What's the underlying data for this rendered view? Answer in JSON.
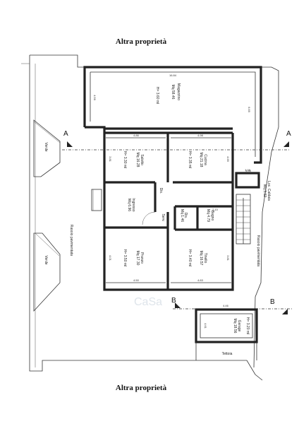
{
  "titles": {
    "top": "Altra proprietà",
    "bottom": "Altra proprietà"
  },
  "sections": {
    "a_left": "A",
    "a_right": "A",
    "b_left": "B",
    "b_right": "B"
  },
  "rooms": {
    "magazzino": {
      "name": "Magazzino",
      "area": "Mq 58.46",
      "height": "H= 3.60 ml"
    },
    "salotto": {
      "name": "Salotto",
      "area": "Mq 16.28",
      "height": "H= 3.30 ml"
    },
    "cucina": {
      "name": "Cucina",
      "area": "Mq 21.18",
      "height": "H= 3.35 ml"
    },
    "ingresso": {
      "name": "Ingresso",
      "area": "Mq 6.96"
    },
    "dis1": {
      "name": "Dis.",
      "area": ""
    },
    "serv": {
      "name": "Serv.",
      "area": ""
    },
    "dis2": {
      "name": "Dis.",
      "area": "Mq 1.46"
    },
    "bagno": {
      "name": "Bagno",
      "area": "Mq 4.79"
    },
    "pranzo": {
      "name": "Pranzo",
      "area": "Mq 17.30",
      "height": "H= 3.50 ml"
    },
    "tinello": {
      "name": "Tinello",
      "area": "Mq 16.57",
      "height": "H= 3.40 ml"
    },
    "loc_caldaia": {
      "name": "Loc. Caldaia",
      "area": "Mq 3.02"
    },
    "garage": {
      "name": "Garage",
      "area": "Mq 18.56",
      "height": "H= 3.20 ml"
    },
    "tettoia": {
      "name": "Tettoia"
    }
  },
  "outdoor": {
    "verde_top": "Verde",
    "verde_bottom": "Verde",
    "rasoio_left": "Rasoio pavimentata",
    "rasoio_right": "Rasoio pavimentata"
  },
  "dimensions": {
    "magazzino_width": "16.84",
    "magazzino_side": "4.56",
    "magazzino_right": "6.69",
    "salotto_width": "4.86",
    "salotto_side": "3.81",
    "cucina_width": "4.98",
    "cucina_side": "4.65",
    "stair_top": "3.35",
    "pranzo_side": "4.01",
    "pranzo_width": "4.50",
    "tinello_width": "4.83",
    "tinello_side": "3.81",
    "garage_width": "4.46",
    "garage_side": "4.61",
    "caldaia_w": "1.16",
    "bagno_w": "2.10"
  },
  "watermark": "CaSa"
}
